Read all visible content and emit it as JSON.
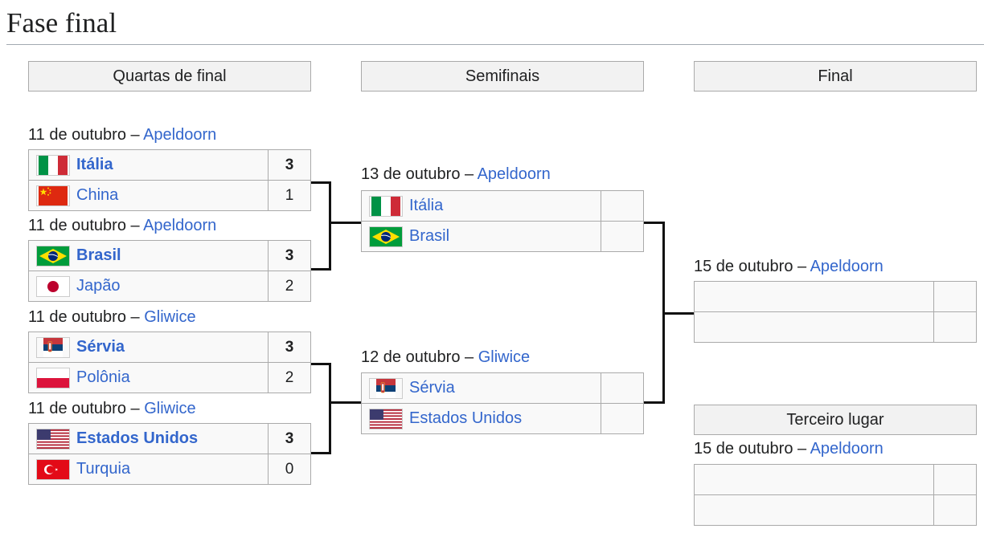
{
  "page": {
    "title": "Fase final"
  },
  "rounds": {
    "qf": "Quartas de final",
    "sf": "Semifinais",
    "final": "Final",
    "third": "Terceiro lugar"
  },
  "separator": " – ",
  "matches": {
    "qf1": {
      "date": "11 de outubro",
      "venue": "Apeldoorn",
      "team1": {
        "name": "Itália",
        "flag": "italy-flag",
        "score": "3"
      },
      "team2": {
        "name": "China",
        "flag": "china-flag",
        "score": "1"
      }
    },
    "qf2": {
      "date": "11 de outubro",
      "venue": "Apeldoorn",
      "team1": {
        "name": "Brasil",
        "flag": "brazil-flag",
        "score": "3"
      },
      "team2": {
        "name": "Japão",
        "flag": "japan-flag",
        "score": "2"
      }
    },
    "qf3": {
      "date": "11 de outubro",
      "venue": "Gliwice",
      "team1": {
        "name": "Sérvia",
        "flag": "serbia-flag",
        "score": "3"
      },
      "team2": {
        "name": "Polônia",
        "flag": "poland-flag",
        "score": "2"
      }
    },
    "qf4": {
      "date": "11 de outubro",
      "venue": "Gliwice",
      "team1": {
        "name": "Estados Unidos",
        "flag": "usa-flag",
        "score": "3"
      },
      "team2": {
        "name": "Turquia",
        "flag": "turkey-flag",
        "score": "0"
      }
    },
    "sf1": {
      "date": "13 de outubro",
      "venue": "Apeldoorn",
      "team1": {
        "name": "Itália",
        "flag": "italy-flag",
        "score": ""
      },
      "team2": {
        "name": "Brasil",
        "flag": "brazil-flag",
        "score": ""
      }
    },
    "sf2": {
      "date": "12 de outubro",
      "venue": "Gliwice",
      "team1": {
        "name": "Sérvia",
        "flag": "serbia-flag",
        "score": ""
      },
      "team2": {
        "name": "Estados Unidos",
        "flag": "usa-flag",
        "score": ""
      }
    },
    "final": {
      "date": "15 de outubro",
      "venue": "Apeldoorn",
      "team1": {
        "name": "",
        "flag": "",
        "score": ""
      },
      "team2": {
        "name": "",
        "flag": "",
        "score": ""
      }
    },
    "third": {
      "date": "15 de outubro",
      "venue": "Apeldoorn",
      "team1": {
        "name": "",
        "flag": "",
        "score": ""
      },
      "team2": {
        "name": "",
        "flag": "",
        "score": ""
      }
    }
  }
}
